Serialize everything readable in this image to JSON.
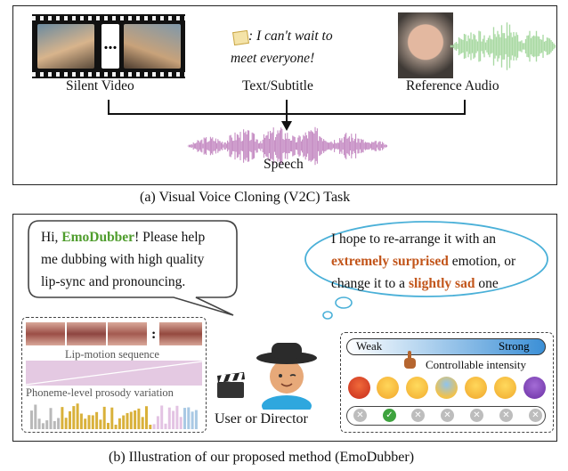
{
  "top": {
    "silent_video_label": "Silent Video",
    "ellipsis": "...",
    "subtitle_line1": ": I can't wait to",
    "subtitle_line2": "meet everyone!",
    "text_label": "Text/Subtitle",
    "reference_label": "Reference Audio",
    "speech_label": "Speech",
    "caption": "(a) Visual Voice Cloning (V2C) Task"
  },
  "bottom": {
    "user_bubble": {
      "hi": "Hi, ",
      "name": "EmoDubber",
      "line1_rest": "! Please help",
      "line2": "me dubbing with high quality",
      "line3": "lip-sync and pronouncing."
    },
    "director_bubble": {
      "line1": "I hope to re-arrange it with an",
      "emph1": "extremely surprised",
      "line2_rest": " emotion, or",
      "line3_pre": "change it to a ",
      "emph2": "slightly sad",
      "line3_post": " one"
    },
    "lip_label": "Lip-motion sequence",
    "prosody_label": "Phoneme-level prosody variation",
    "user_label": "User or Director",
    "weak_label": "Weak",
    "strong_label": "Strong",
    "intensity_label": "Controllable intensity",
    "emojis": [
      "angry-face",
      "crying-face",
      "expressionless-face",
      "screaming-face",
      "rolling-laughing-face",
      "unamused-face",
      "smiling-devil-face"
    ],
    "selected_emotion_index": 1,
    "caption": "(b) Illustration of our proposed method (EmoDubber)"
  },
  "colors": {
    "accent_green": "#4f9d2d",
    "accent_orange": "#c2551a",
    "waveform": "#c48bc3",
    "reference_wave": "#a9d9a3",
    "bubble_border": "#4ab0d8"
  }
}
